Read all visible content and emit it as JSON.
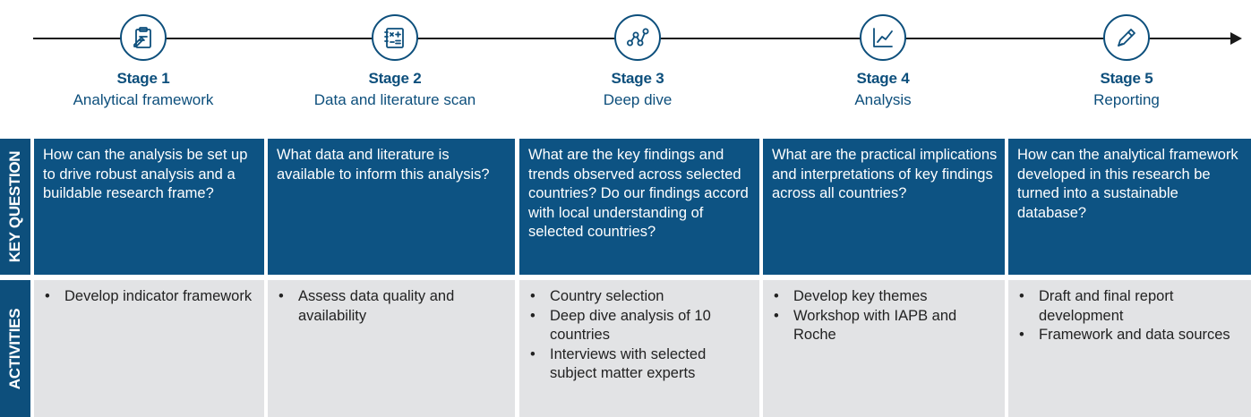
{
  "stages": [
    {
      "title": "Stage 1",
      "subtitle": "Analytical framework",
      "icon": "clipboard-edit-icon",
      "question": "How can the analysis be set up to drive robust analysis and a buildable research frame?",
      "activities": [
        "Develop indicator framework"
      ]
    },
    {
      "title": "Stage 2",
      "subtitle": "Data and literature scan",
      "icon": "math-notebook-icon",
      "question": "What data and literature is available to inform this analysis?",
      "activities": [
        "Assess data quality and availability"
      ]
    },
    {
      "title": "Stage 3",
      "subtitle": "Deep dive",
      "icon": "network-nodes-icon",
      "question": "What are the key findings and trends observed across selected countries? Do our findings accord with local understanding of selected countries?",
      "activities": [
        "Country selection",
        "Deep dive analysis of 10 countries",
        "Interviews with selected subject matter experts"
      ]
    },
    {
      "title": "Stage 4",
      "subtitle": "Analysis",
      "icon": "line-chart-icon",
      "question": "What are the practical implications and interpretations of key findings across all countries?",
      "activities": [
        "Develop key themes",
        "Workshop with IAPB and Roche"
      ]
    },
    {
      "title": "Stage 5",
      "subtitle": "Reporting",
      "icon": "pen-icon",
      "question": "How can the analytical framework developed in this research be turned into a sustainable database?",
      "activities": [
        "Draft and final report development",
        "Framework and data sources"
      ]
    }
  ],
  "rows": {
    "key_question": "KEY QUESTION",
    "activities": "ACTIVITIES"
  },
  "colors": {
    "primary": "#0d4f7c",
    "activity_bg": "#e2e3e5",
    "line": "#1a1a1a"
  }
}
